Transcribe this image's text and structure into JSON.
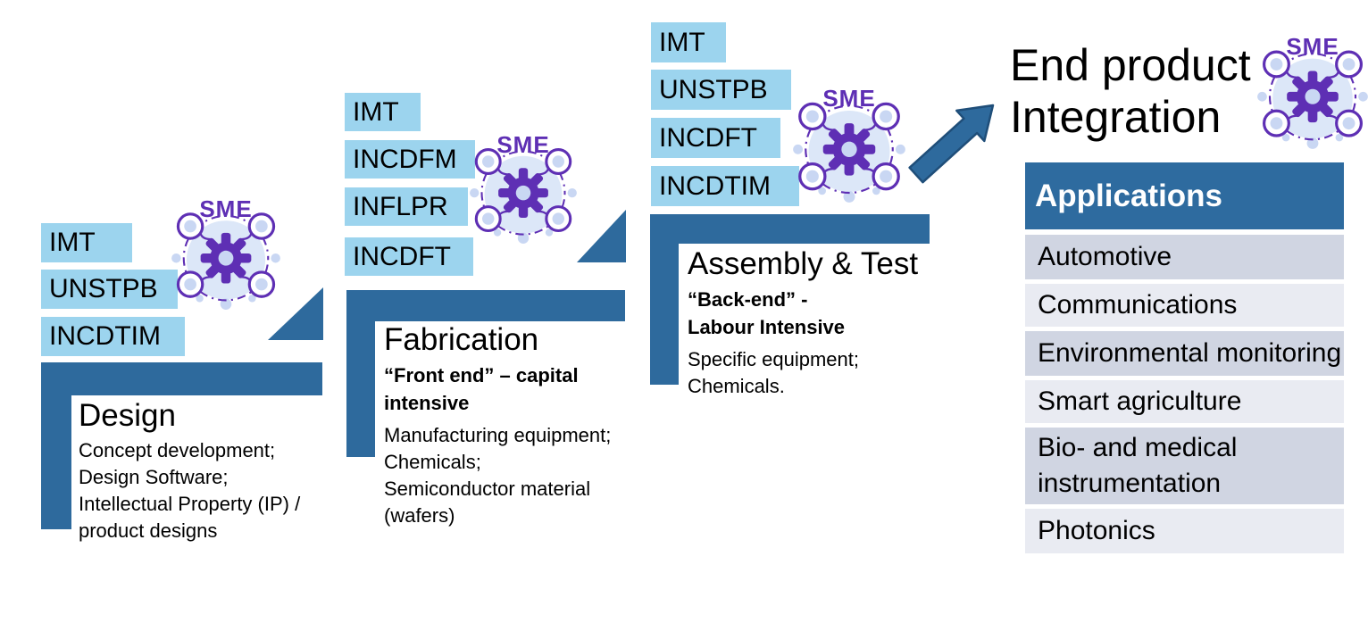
{
  "colors": {
    "bar_blue": "#2E6A9D",
    "badge_blue": "#9CD4EE",
    "table_header_blue": "#2E6B9F",
    "row_dark": "#D0D5E2",
    "row_light": "#E9EBF2",
    "sme_purple": "#5E2FB4",
    "icon_bg": "#DCE7F8",
    "icon_dot": "#C9D7F3"
  },
  "sme_label": "SME",
  "stages": [
    {
      "title": "Design",
      "partners": [
        "IMT",
        "UNSTPB",
        "INCDTIM"
      ],
      "subtitle_bold_lines": [],
      "body_lines": [
        "Concept development;",
        "Design Software;",
        "Intellectual Property (IP) /",
        "product designs"
      ]
    },
    {
      "title": "Fabrication",
      "partners": [
        "IMT",
        "INCDFM",
        "INFLPR",
        "INCDFT"
      ],
      "subtitle_bold_lines": [
        "“Front end” – capital",
        "intensive"
      ],
      "body_lines": [
        "Manufacturing equipment;",
        "Chemicals;",
        "Semiconductor material",
        "(wafers)"
      ]
    },
    {
      "title": "Assembly & Test",
      "partners": [
        "IMT",
        "UNSTPB",
        "INCDFT",
        "INCDTIM"
      ],
      "subtitle_bold_lines": [
        "“Back-end”  -",
        "Labour Intensive"
      ],
      "body_lines": [
        "Specific equipment;",
        "Chemicals."
      ]
    }
  ],
  "end_product": {
    "title_lines": [
      "End product",
      "Integration"
    ]
  },
  "applications_table": {
    "header": "Applications",
    "rows": [
      "Automotive",
      "Communications",
      "Environmental monitoring",
      "Smart agriculture",
      "Bio- and medical instrumentation",
      "Photonics"
    ]
  }
}
